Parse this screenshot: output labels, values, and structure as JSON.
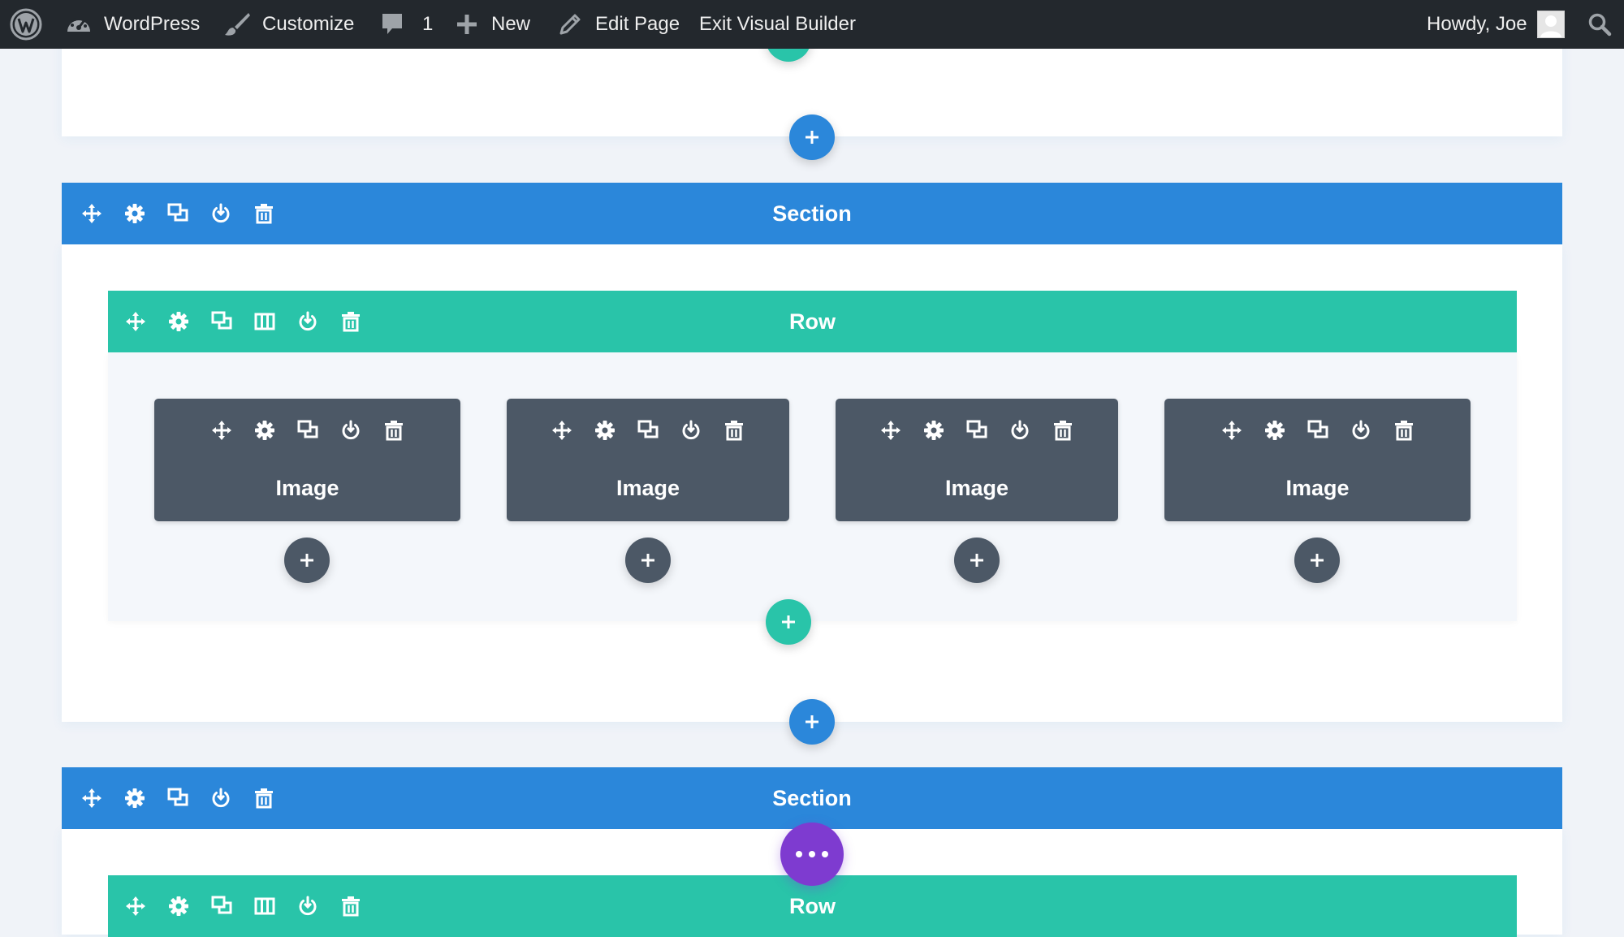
{
  "colors": {
    "admin_bar": "#23282d",
    "section_blue": "#2b87da",
    "row_teal": "#29c4a9",
    "module_dark": "#4c5866",
    "purple_menu": "#7e3bd0",
    "page_bg": "#f0f3f8"
  },
  "admin_bar": {
    "items": [
      {
        "icon": "wordpress-logo-icon",
        "label": ""
      },
      {
        "icon": "dashboard-icon",
        "label": "WordPress"
      },
      {
        "icon": "brush-icon",
        "label": "Customize"
      },
      {
        "icon": "comment-icon",
        "label": "1"
      },
      {
        "icon": "plus-icon",
        "label": "New"
      },
      {
        "icon": "pencil-icon",
        "label": "Edit Page"
      },
      {
        "icon": "",
        "label": "Exit Visual Builder"
      }
    ],
    "greeting": "Howdy, Joe",
    "avatar_icon": "user-avatar-icon",
    "search_icon": "search-icon"
  },
  "builder": {
    "section_tools": [
      "move-icon",
      "gear-icon",
      "duplicate-icon",
      "power-icon",
      "trash-icon"
    ],
    "row_tools": [
      "move-icon",
      "gear-icon",
      "duplicate-icon",
      "columns-icon",
      "power-icon",
      "trash-icon"
    ],
    "module_tools": [
      "move-icon",
      "gear-icon",
      "duplicate-icon",
      "power-icon",
      "trash-icon"
    ],
    "sections": [
      {
        "title": "Section",
        "row": {
          "title": "Row",
          "modules": [
            {
              "title": "Image"
            },
            {
              "title": "Image"
            },
            {
              "title": "Image"
            },
            {
              "title": "Image"
            }
          ]
        }
      },
      {
        "title": "Section",
        "row": {
          "title": "Row"
        }
      }
    ],
    "add_button_glyph": "+",
    "page_settings_glyph": "•••"
  }
}
